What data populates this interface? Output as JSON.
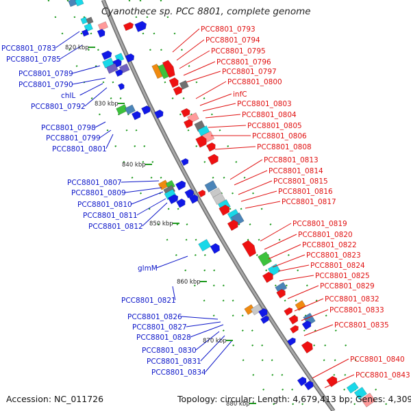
{
  "title": "Cyanothece sp. PCC 8801, complete genome",
  "accession": "Accession: NC_011726",
  "topology": "Topology: circular; Length: 4,679,413 bp; Genes: 4,309",
  "colors": {
    "left_labels": "#0a14c8",
    "right_labels": "#e01010",
    "backbone": "#8c8c8c"
  },
  "kbp_markers": [
    "820 kbp",
    "830 kbp",
    "840 kbp",
    "850 kbp",
    "860 kbp",
    "870 kbp",
    "880 kbp"
  ],
  "left_labels": [
    "PCC8801_0783",
    "PCC8801_0785",
    "PCC8801_0789",
    "PCC8801_0790",
    "chlL",
    "PCC8801_0792",
    "PCC8801_0798",
    "PCC8801_0799",
    "PCC8801_0801",
    "PCC8801_0807",
    "PCC8801_0809",
    "PCC8801_0810",
    "PCC8801_0811",
    "PCC8801_0812",
    "glmM",
    "PCC8801_0821",
    "PCC8801_0826",
    "PCC8801_0827",
    "PCC8801_0828",
    "PCC8801_0830",
    "PCC8801_0831",
    "PCC8801_0834"
  ],
  "right_labels": [
    "PCC8801_0793",
    "PCC8801_0794",
    "PCC8801_0795",
    "PCC8801_0796",
    "PCC8801_0797",
    "PCC8801_0800",
    "infC",
    "PCC8801_0803",
    "PCC8801_0804",
    "PCC8801_0805",
    "PCC8801_0806",
    "PCC8801_0808",
    "PCC8801_0813",
    "PCC8801_0814",
    "PCC8801_0815",
    "PCC8801_0816",
    "PCC8801_0817",
    "PCC8801_0819",
    "PCC8801_0820",
    "PCC8801_0822",
    "PCC8801_0823",
    "PCC8801_0824",
    "PCC8801_0825",
    "PCC8801_0829",
    "PCC8801_0832",
    "PCC8801_0833",
    "PCC8801_0835",
    "PCC8801_0840",
    "PCC8801_0843"
  ]
}
